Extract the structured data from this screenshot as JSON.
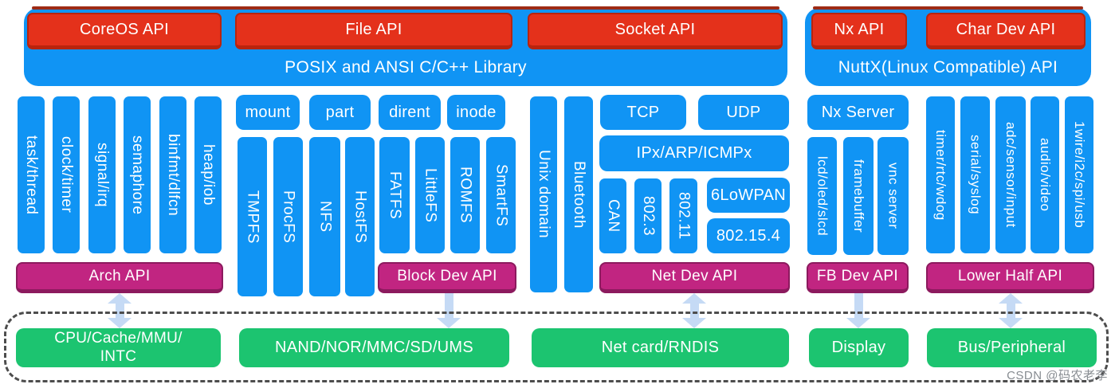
{
  "colors": {
    "blue": "#1094F4",
    "red": "#E4311B",
    "red_border": "#B9240E",
    "magenta": "#C12581",
    "magenta_border": "#8C1A5E",
    "green": "#1CC470",
    "arrow_light_blue": "#C5DAF5",
    "dashed_border": "#4D4D4D",
    "banner_top_edge": "#9E2B15"
  },
  "posix_banner": {
    "label": "POSIX and ANSI C/C++ Library",
    "coreos_btn": "CoreOS API",
    "file_btn": "File API",
    "socket_btn": "Socket API"
  },
  "nuttx_banner": {
    "label": "NuttX(Linux Compatible) API",
    "nx_btn": "Nx API",
    "chardev_btn": "Char Dev API"
  },
  "kernel": {
    "bars": [
      "task/thread",
      "clock/timer",
      "signal/irq",
      "semaphore",
      "binfmt/dlfcn",
      "heap/iob"
    ],
    "api_label": "Arch API"
  },
  "filesystem": {
    "buttons": [
      "mount",
      "part",
      "dirent",
      "inode"
    ],
    "tall_bars": [
      "TMPFS",
      "ProcFS",
      "NFS",
      "HostFS"
    ],
    "short_bars": [
      "FATFS",
      "LittleFS",
      "ROMFS",
      "SmartFS"
    ],
    "api_label": "Block Dev API"
  },
  "network": {
    "socket_bars": [
      "Unix domain",
      "Bluetooth"
    ],
    "transport": [
      "TCP",
      "UDP"
    ],
    "ip_label": "IPx/ARP/ICMPx",
    "link_bars": [
      "CAN",
      "802.3",
      "802.11"
    ],
    "wpan_buttons": [
      "6LoWPAN",
      "802.15.4"
    ],
    "api_label": "Net Dev API"
  },
  "graphics": {
    "server_label": "Nx Server",
    "bars": [
      "lcd/oled/slcd",
      "framebuffer",
      "vnc server"
    ],
    "api_label": "FB Dev API"
  },
  "drivers": {
    "bars": [
      "timer/rtc/wdog",
      "serial/syslog",
      "adc/sensor/input",
      "audio/video",
      "1wire/i2c/spi/usb"
    ],
    "api_label": "Lower Half API"
  },
  "hardware": {
    "cpu": "CPU/Cache/MMU/\nINTC",
    "storage": "NAND/NOR/MMC/SD/UMS",
    "net": "Net card/RNDIS",
    "display": "Display",
    "bus": "Bus/Peripheral"
  },
  "watermark": "CSDN @码农老李"
}
